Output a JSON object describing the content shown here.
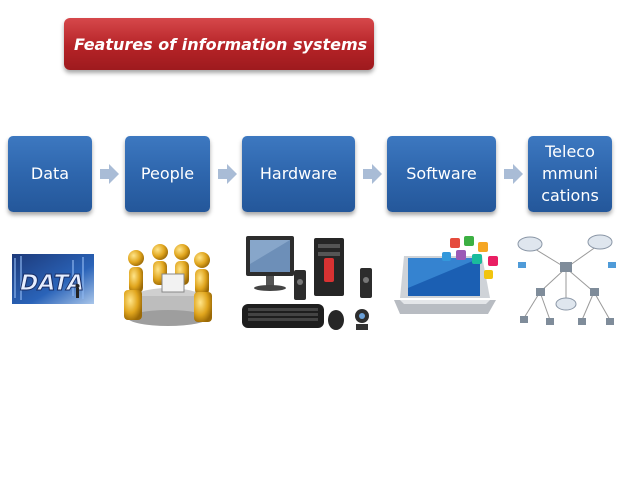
{
  "title": "Features of information systems",
  "stages": [
    {
      "label": "Data"
    },
    {
      "label": "People"
    },
    {
      "label": "Hardware"
    },
    {
      "label": "Software"
    },
    {
      "label": "Teleco\nmmuni\ncations"
    }
  ],
  "images": [
    "data-image",
    "people-image",
    "hardware-image",
    "software-image",
    "telecommunications-network-image"
  ],
  "colors": {
    "title_red": "#b52327",
    "stage_blue": "#2e66ad",
    "arrow": "#a9bcd6"
  }
}
